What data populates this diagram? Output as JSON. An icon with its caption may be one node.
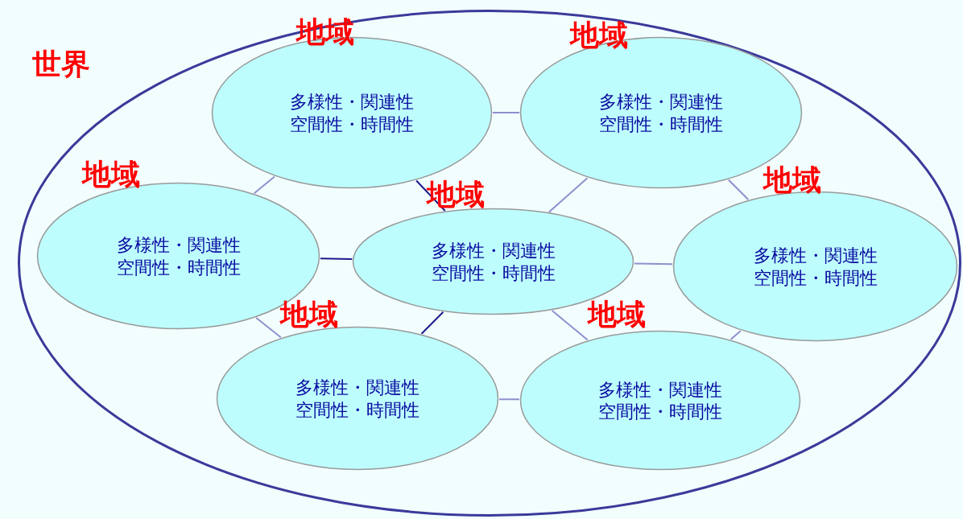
{
  "diagram": {
    "nodes": [
      {
        "text": [
          "世界"
        ]
      },
      {
        "text": [
          "地域",
          "多様性・関連性空間性・時間性"
        ],
        "in": 0
      },
      {
        "text": [
          "地域",
          "多様性・関連性空間性・時間性"
        ],
        "in": 0
      },
      {
        "text": [
          "地域",
          "多様性・関連性空間性・時間性"
        ],
        "in": 0
      },
      {
        "text": [
          "地域",
          "多様性・関連性空間性・時間性"
        ],
        "in": 0
      },
      {
        "text": [
          "地域",
          "多様性・関連性空間性・時間性"
        ],
        "in": 0
      },
      {
        "text": [
          "地域",
          "多様性・関連性空間性・時間性"
        ],
        "in": 0
      },
      {
        "text": [
          "地域",
          "多様性・関連性空間性・時間性"
        ],
        "in": 0
      }
    ],
    "edges": [
      {
        "from": 1,
        "to": 2,
        "arrow": "none"
      },
      {
        "from": 1,
        "to": 3,
        "arrow": "none"
      },
      {
        "from": 1,
        "to": 4,
        "arrow": "none",
        "color": "#1a1a8a"
      },
      {
        "from": 2,
        "to": 4,
        "arrow": "none"
      },
      {
        "from": 2,
        "to": 5,
        "arrow": "none"
      },
      {
        "from": 3,
        "to": 4,
        "arrow": "none",
        "color": "#1a1a8a"
      },
      {
        "from": 4,
        "to": 5,
        "arrow": "none"
      },
      {
        "from": 3,
        "to": 6,
        "arrow": "none"
      },
      {
        "from": 6,
        "to": 4,
        "arrow": "none",
        "color": "#1a1a8a"
      },
      {
        "from": 4,
        "to": 7,
        "arrow": "none"
      },
      {
        "from": 6,
        "to": 7,
        "arrow": "none"
      },
      {
        "from": 5,
        "to": 7,
        "arrow": "none"
      }
    ]
  }
}
